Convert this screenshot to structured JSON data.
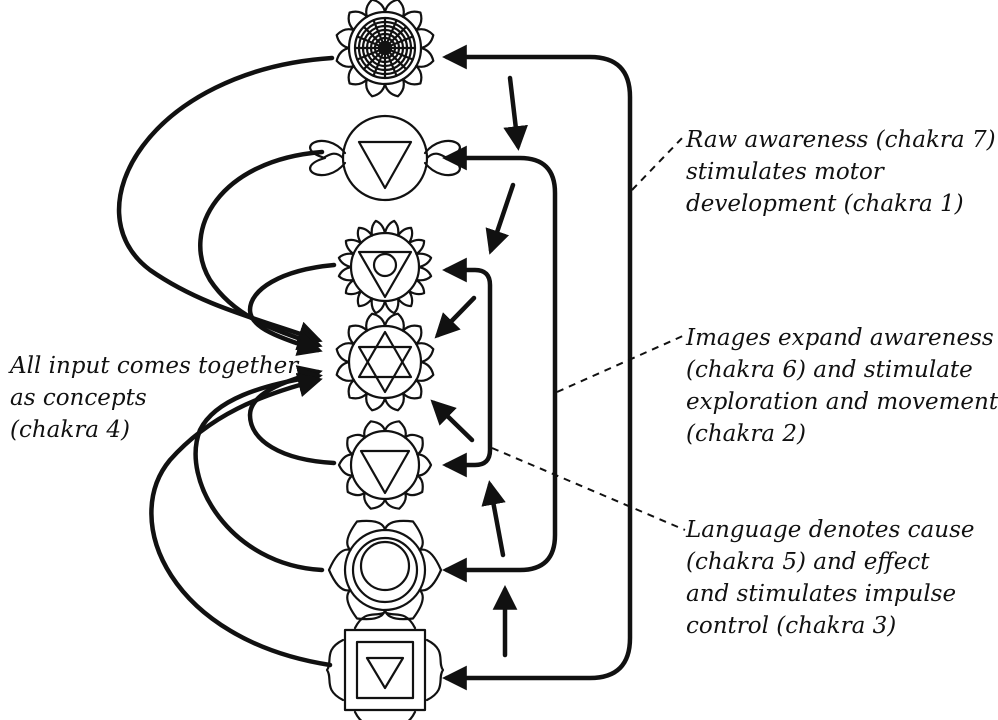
{
  "annotations": {
    "left": {
      "lines": [
        "All input comes together",
        "as concepts",
        "(chakra 4)"
      ]
    },
    "raw_awareness": {
      "lines": [
        "Raw awareness (chakra 7)",
        "stimulates motor",
        "development (chakra 1)"
      ]
    },
    "images": {
      "lines": [
        "Images expand awareness",
        "(chakra 6) and stimulate",
        "exploration and movement",
        "(chakra 2)"
      ]
    },
    "language": {
      "lines": [
        "Language denotes cause",
        "(chakra 5) and effect",
        "and stimulates impulse",
        "control (chakra 3)"
      ]
    }
  },
  "chakra_symbols": [
    "crown-chakra-7",
    "third-eye-chakra-6",
    "throat-chakra-5",
    "heart-chakra-4",
    "solar-plexus-chakra-3",
    "sacral-chakra-2",
    "root-chakra-1"
  ]
}
